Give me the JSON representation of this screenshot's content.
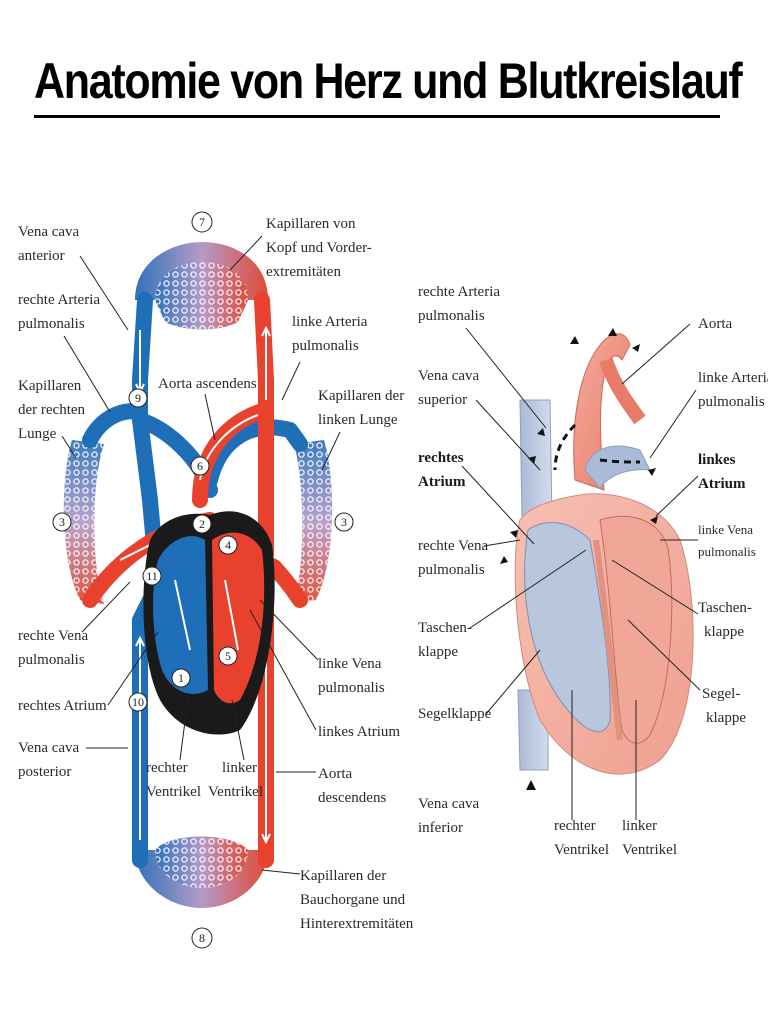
{
  "title": "Anatomie von Herz und Blutkreislauf",
  "colors": {
    "arterial": "#e8412e",
    "venous": "#1f6fb8",
    "capillary": "#9a8fc4",
    "heart_wall": "#1a1a1a",
    "heart_right_pale": "#f3b3a8",
    "heart_left_pale": "#b9c6dc"
  },
  "circulation": {
    "labels": {
      "vena_cava_anterior": [
        "Vena cava",
        "anterior"
      ],
      "kapillaren_kopf": [
        "Kapillaren von",
        "Kopf und Vorder-",
        "extremitäten"
      ],
      "rechte_arteria_pulmonalis": [
        "rechte Arteria",
        "pulmonalis"
      ],
      "linke_arteria_pulmonalis": [
        "linke Arteria",
        "pulmonalis"
      ],
      "kapillaren_rechte_lunge": [
        "Kapillaren",
        "der rechten",
        "Lunge"
      ],
      "aorta_ascendens": [
        "Aorta ascendens"
      ],
      "kapillaren_linke_lunge": [
        "Kapillaren der",
        "linken Lunge"
      ],
      "rechte_vena_pulmonalis": [
        "rechte Vena",
        "pulmonalis"
      ],
      "rechtes_atrium": [
        "rechtes Atrium"
      ],
      "vena_cava_posterior": [
        "Vena cava",
        "posterior"
      ],
      "rechter_ventrikel": [
        "rechter",
        "Ventrikel"
      ],
      "linker_ventrikel": [
        "linker",
        "Ventrikel"
      ],
      "linke_vena_pulmonalis": [
        "linke Vena",
        "pulmonalis"
      ],
      "linkes_atrium": [
        "linkes Atrium"
      ],
      "aorta_descendens": [
        "Aorta",
        "descendens"
      ],
      "kapillaren_bauch": [
        "Kapillaren der",
        "Bauchorgane und",
        "Hinterextremitäten"
      ]
    },
    "numbers": {
      "n1": "1",
      "n2": "2",
      "n3a": "3",
      "n3b": "3",
      "n4": "4",
      "n5": "5",
      "n6": "6",
      "n7": "7",
      "n8": "8",
      "n9": "9",
      "n10": "10",
      "n11": "11"
    }
  },
  "heart": {
    "labels": {
      "rechte_arteria_pulmonalis": [
        "rechte Arteria",
        "pulmonalis"
      ],
      "aorta": [
        "Aorta"
      ],
      "linke_arteria_pulmonalis": [
        "linke Arteria",
        "pulmonalis"
      ],
      "vena_cava_superior": [
        "Vena cava",
        "superior"
      ],
      "rechtes_atrium": [
        "rechtes",
        "Atrium"
      ],
      "linkes_atrium": [
        "linkes",
        "Atrium"
      ],
      "rechte_vena_pulmonalis": [
        "rechte Vena",
        "pulmonalis"
      ],
      "linke_vena_pulmonalis": [
        "linke Vena",
        "pulmonalis"
      ],
      "taschenklappe_left": [
        "Taschen-",
        "klappe"
      ],
      "taschenklappe_right": [
        "Taschen-",
        "klappe"
      ],
      "segelklappe_left": [
        "Segelklappe"
      ],
      "segelklappe_right": [
        "Segel-",
        "klappe"
      ],
      "vena_cava_inferior": [
        "Vena cava",
        "inferior"
      ],
      "rechter_ventrikel": [
        "rechter",
        "Ventrikel"
      ],
      "linker_ventrikel": [
        "linker",
        "Ventrikel"
      ]
    }
  }
}
